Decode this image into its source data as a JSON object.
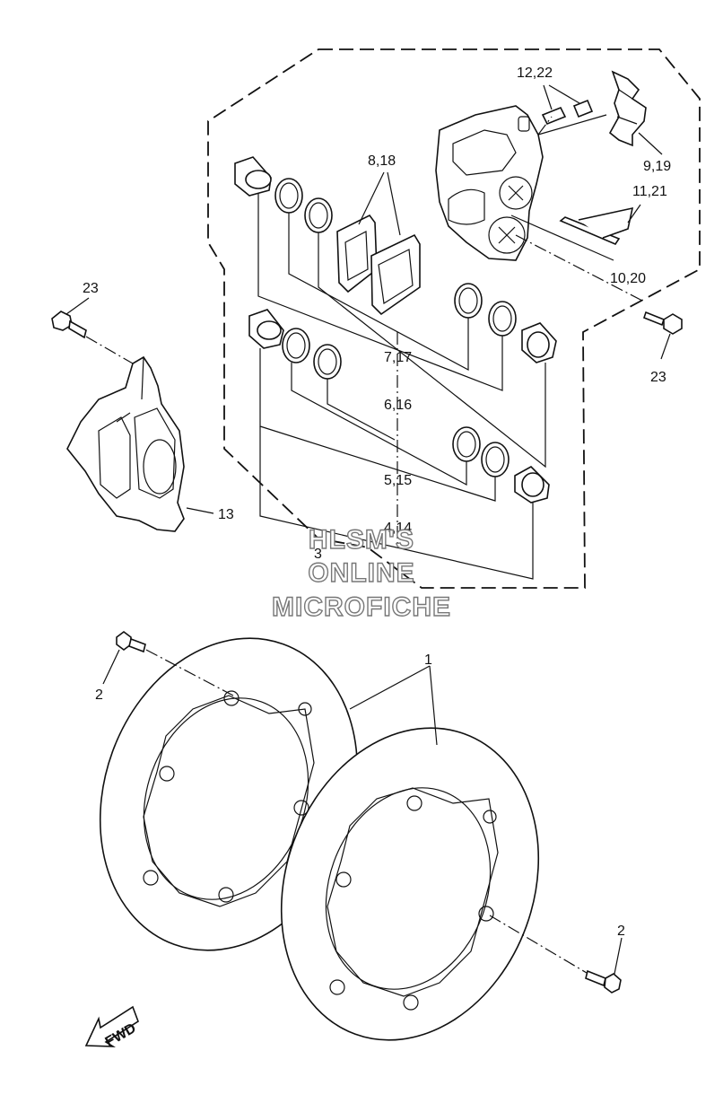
{
  "labels": {
    "l12_22": "12,22",
    "l8_18": "8,18",
    "l9_19": "9,19",
    "l11_21": "11,21",
    "l10_20": "10,20",
    "l23_left": "23",
    "l23_right": "23",
    "l7_17": "7,17",
    "l6_16": "6,16",
    "l5_15": "5,15",
    "l4_14": "4,14",
    "l3": "3",
    "l13": "13",
    "l1": "1",
    "l2_left": "2",
    "l2_right": "2"
  },
  "watermark": {
    "line1": "HLSM'S",
    "line2": "ONLINE",
    "line3": "MICROFICHE"
  },
  "fwd": "FWD"
}
